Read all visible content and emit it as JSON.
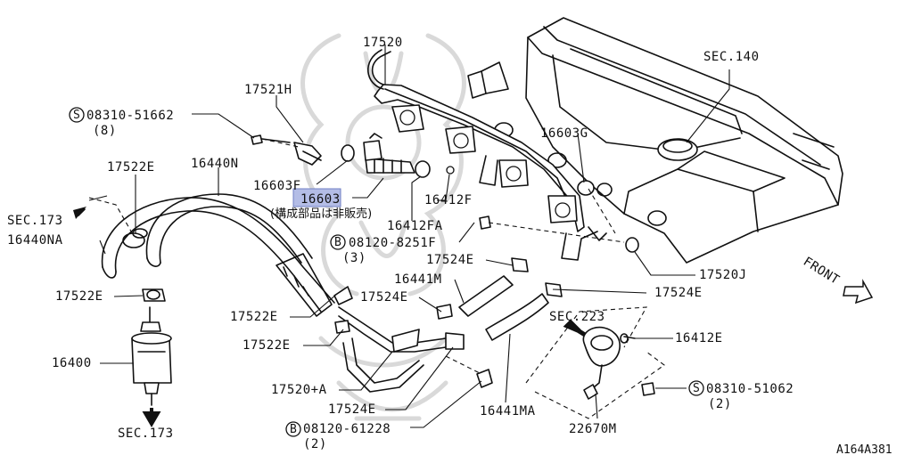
{
  "labels": {
    "l17520": "17520",
    "l17521H": "17521H",
    "l08310_51662": "08310-51662",
    "l08310_51662_qty": "(8)",
    "s_mark_1": "S",
    "l17522E_top": "17522E",
    "l16440N": "16440N",
    "l16603F": "16603F",
    "l16603": "16603",
    "l16603_note": "(構成部品は非販売)",
    "lSEC173_left": "SEC.173",
    "l16440NA": "16440NA",
    "l16412FA": "16412FA",
    "l16412F": "16412F",
    "l16603G": "16603G",
    "lSEC140": "SEC.140",
    "b_mark_1": "B",
    "l08120_8251F": "08120-8251F",
    "l08120_8251F_qty": "(3)",
    "l17524E_a": "17524E",
    "l17520J": "17520J",
    "lFRONT": "FRONT",
    "l16441M": "16441M",
    "l17524E_b": "17524E",
    "l17524E_c": "17524E",
    "l17522E_mid": "17522E",
    "lSEC223": "SEC.223",
    "l16412E": "16412E",
    "l17522E_low": "17522E",
    "l17522E_low2": "17522E",
    "l16400": "16400",
    "l17520A": "17520+A",
    "l17524E_d": "17524E",
    "l16441MA": "16441MA",
    "s_mark_2": "S",
    "l08310_51062": "08310-51062",
    "l08310_51062_qty": "(2)",
    "b_mark_2": "B",
    "l08120_61228": "08120-61228",
    "l08120_61228_qty": "(2)",
    "l22670M": "22670M",
    "lSEC173_bottom": "SEC.173",
    "lRef": "A164A381"
  },
  "highlight_part": "16603",
  "colors": {
    "line": "#111111",
    "highlight": "#b4bde6",
    "watermark": "#d9d9d9"
  }
}
